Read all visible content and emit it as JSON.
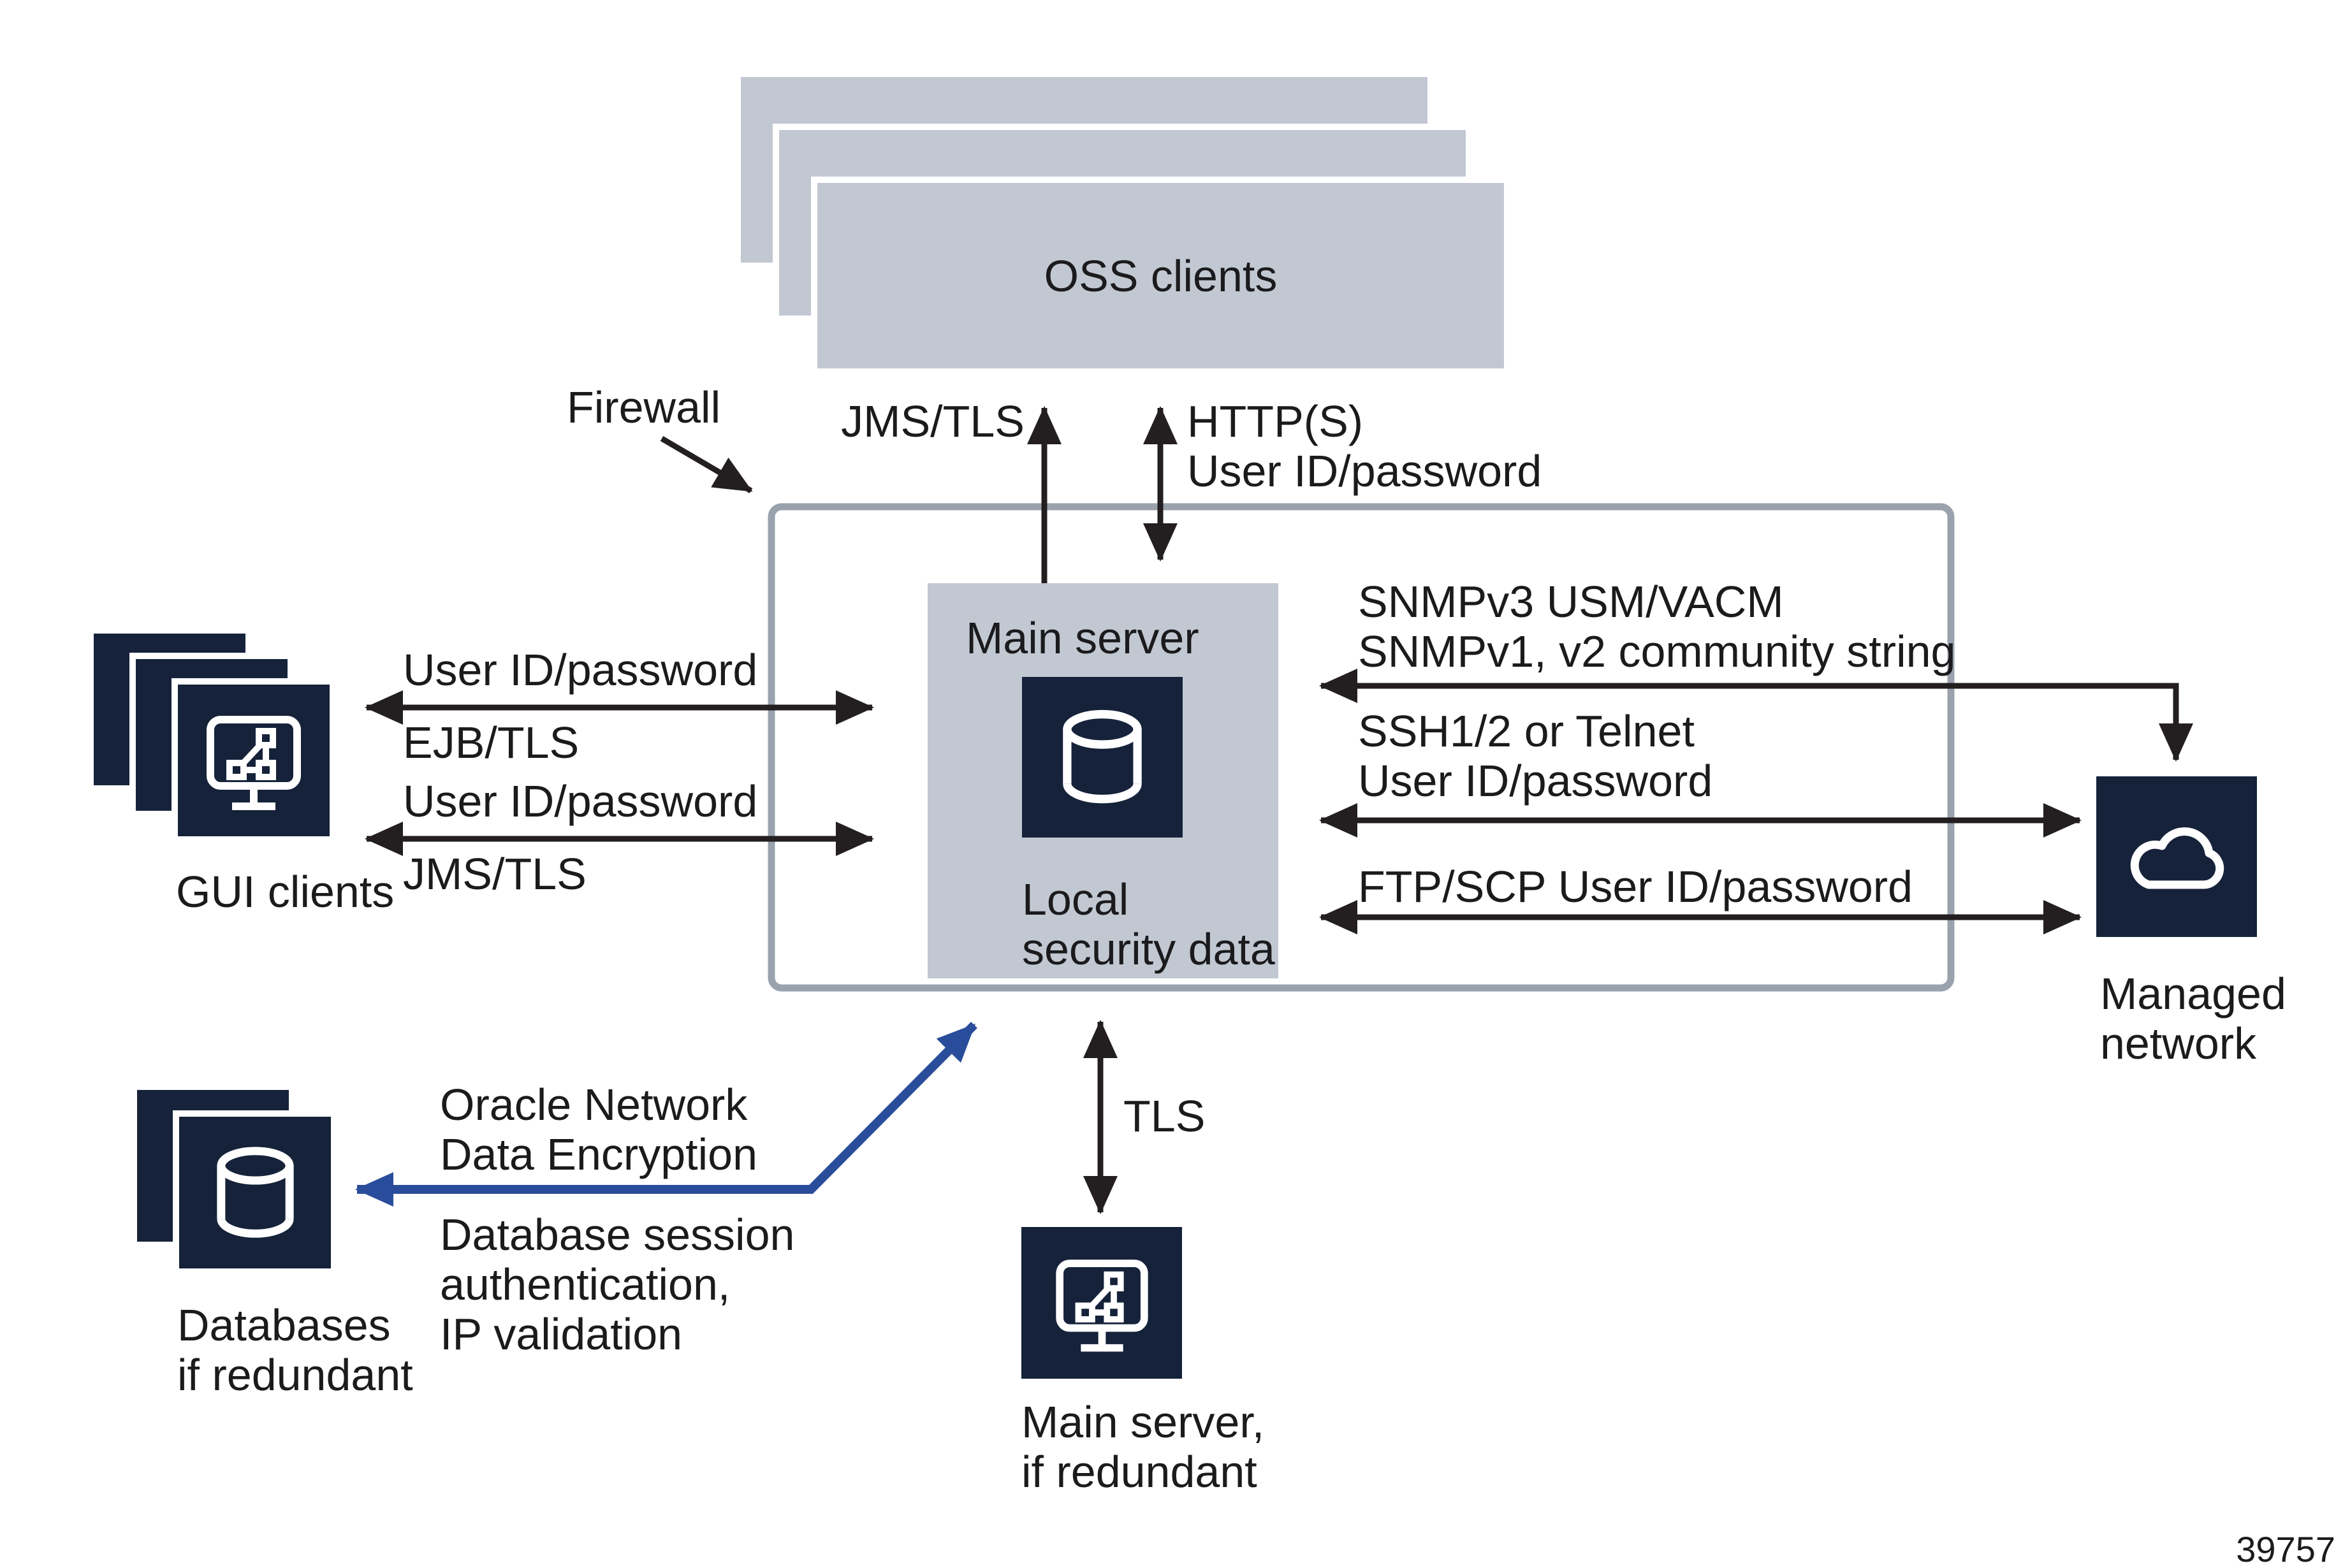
{
  "oss": {
    "label": "OSS clients"
  },
  "top_links": {
    "jms": "JMS/TLS",
    "http_line1": "HTTP(S)",
    "http_line2": "User ID/password"
  },
  "firewall": {
    "label": "Firewall"
  },
  "main_server": {
    "title": "Main server",
    "caption1": "Local",
    "caption2": "security data"
  },
  "gui": {
    "label": "GUI clients",
    "link1_above": "User ID/password",
    "link1_below": "EJB/TLS",
    "link2_above": "User ID/password",
    "link2_below": "JMS/TLS"
  },
  "right_links": {
    "snmp1": "SNMPv3 USM/VACM",
    "snmp2": "SNMPv1, v2 community string",
    "ssh1": "SSH1/2 or Telnet",
    "ssh2": "User ID/password",
    "ftp": "FTP/SCP User ID/password"
  },
  "managed": {
    "label1": "Managed",
    "label2": "network"
  },
  "databases": {
    "label1": "Databases",
    "label2": "if redundant",
    "above1": "Oracle Network",
    "above2": "Data Encryption",
    "below1": "Database session",
    "below2": "authentication,",
    "below3": "IP validation"
  },
  "redundant": {
    "tls": "TLS",
    "label1": "Main server,",
    "label2": "if redundant"
  },
  "figure_number": "39757",
  "colors": {
    "navy": "#15223a",
    "panel_gray": "#c2c8d2",
    "firewall_border": "#9aa2ad",
    "blue_arrow": "#2a4d9b",
    "ink": "#231f20"
  }
}
